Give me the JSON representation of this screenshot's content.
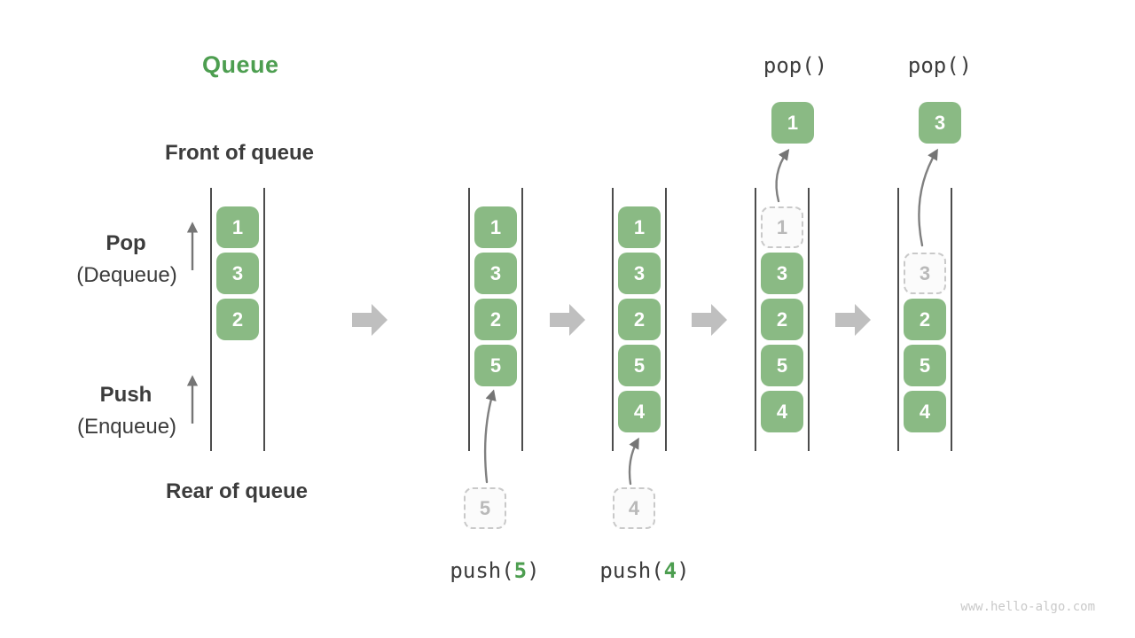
{
  "title": "Queue",
  "side_labels": {
    "front": "Front of queue",
    "rear": "Rear of queue",
    "pop_main": "Pop",
    "pop_sub": "(Dequeue)",
    "push_main": "Push",
    "push_sub": "(Enqueue)"
  },
  "queues": [
    {
      "state": "initial",
      "cells": [
        "1",
        "3",
        "2"
      ]
    },
    {
      "state": "after-push-5",
      "cells": [
        "1",
        "3",
        "2",
        "5"
      ]
    },
    {
      "state": "after-push-4",
      "cells": [
        "1",
        "3",
        "2",
        "5",
        "4"
      ]
    },
    {
      "state": "after-pop-1",
      "dashed_cell": "1",
      "cells": [
        "3",
        "2",
        "5",
        "4"
      ]
    },
    {
      "state": "after-pop-3",
      "dashed_cell": "3",
      "cells": [
        "2",
        "5",
        "4"
      ]
    }
  ],
  "pushes": [
    {
      "fn_open": "push(",
      "arg": "5",
      "fn_close": ")",
      "staged": "5"
    },
    {
      "fn_open": "push(",
      "arg": "4",
      "fn_close": ")",
      "staged": "4"
    }
  ],
  "pops": [
    {
      "label": "pop()",
      "result": "1"
    },
    {
      "label": "pop()",
      "result": "3"
    }
  ],
  "watermark": "www.hello-algo.com",
  "colors": {
    "box_green": "#8aba84",
    "title_green": "#4d9e50",
    "text_dark": "#3c3c3c",
    "block_arrow_gray": "#bfbfbf",
    "thin_arrow_gray": "#757575",
    "dashed_border": "#c9c9c9",
    "dashed_text": "#b9b9b9",
    "wall_gray": "#4c4c4c",
    "watermark_gray": "#c9c9c9"
  }
}
